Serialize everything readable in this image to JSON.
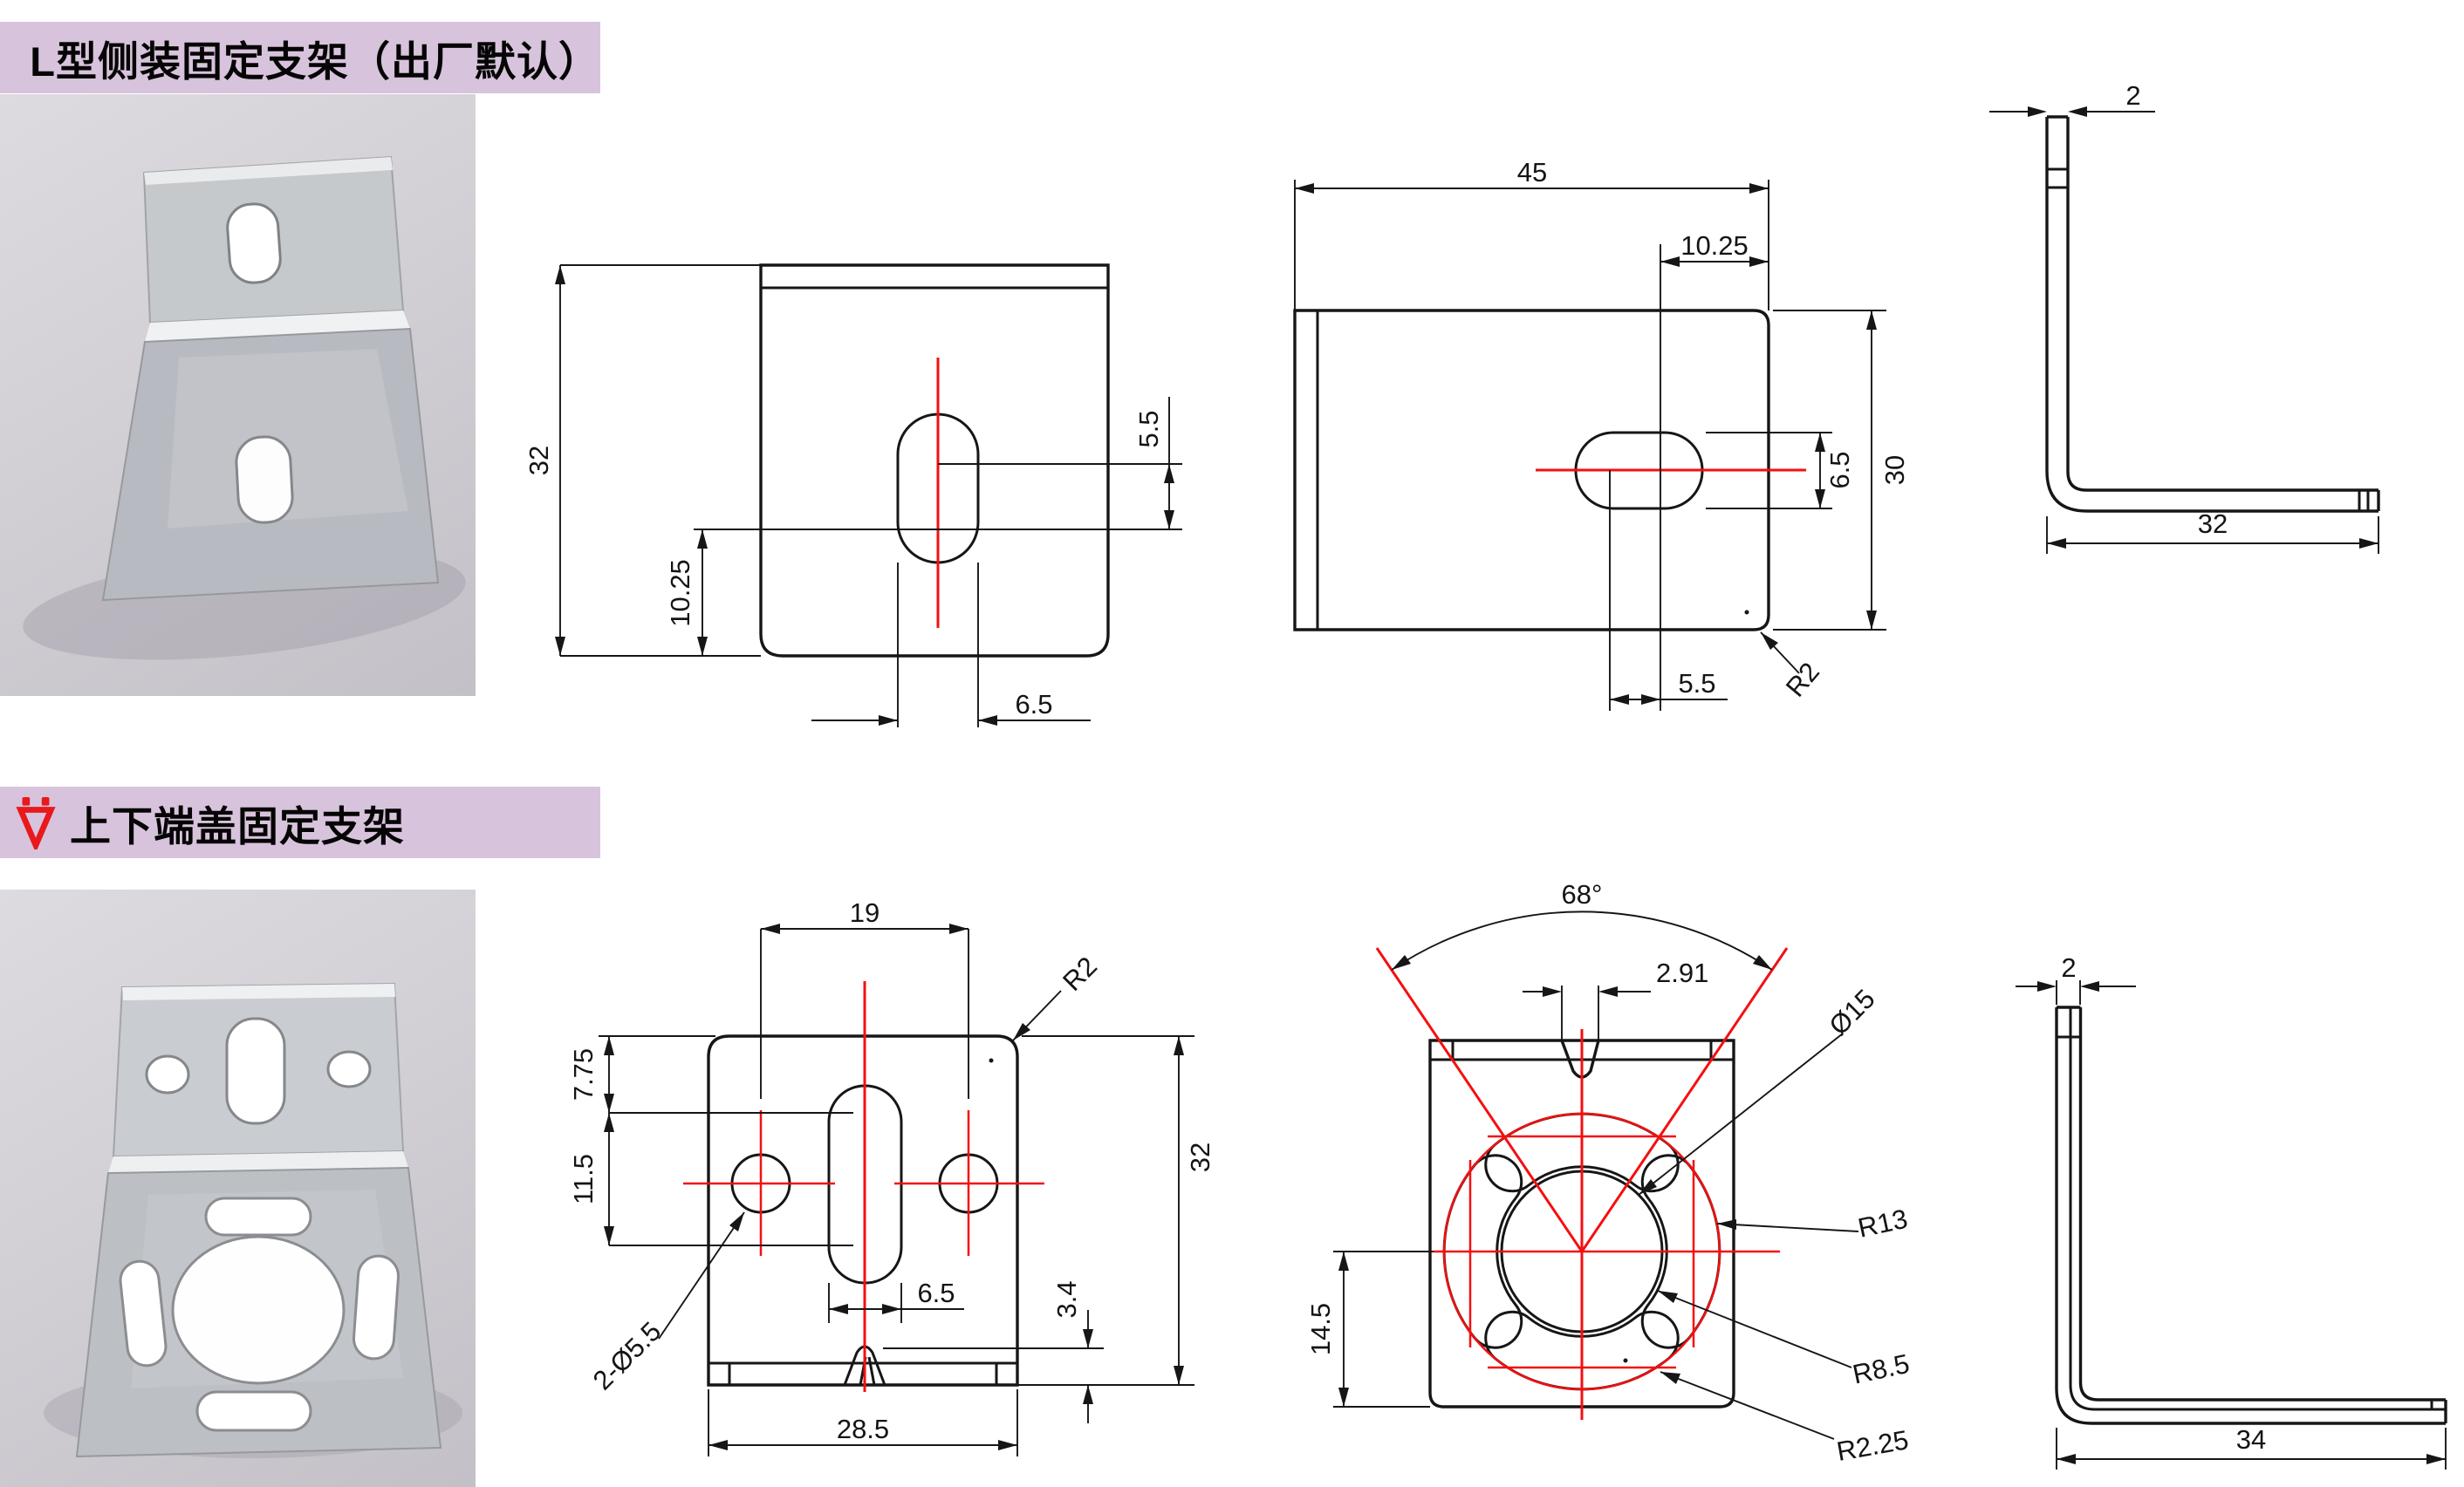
{
  "colors": {
    "header_bg": "#d8c3dc",
    "logo_red": "#e8191d",
    "line_black": "#161616",
    "accent_red": "#f50f10",
    "photo_bg": "#d2cfd5"
  },
  "s1": {
    "title": "L型侧装固定支架（出厂默认）",
    "front": {
      "height": "32",
      "offset_bottom": "10.25",
      "offset_slot": "5.5",
      "slot_width": "6.5"
    },
    "top": {
      "width": "45",
      "offset_right": "10.25",
      "slot_height": "6.5",
      "depth": "30",
      "offset_slot": "5.5",
      "corner_radius": "R2"
    },
    "side": {
      "thickness": "2",
      "leg": "32"
    }
  },
  "s2": {
    "title": "上下端盖固定支架",
    "front": {
      "hole_pitch": "19",
      "corner_radius": "R2",
      "offset_top": "7.75",
      "offset_mid": "11.5",
      "holes": "2-Ø5.5",
      "slot_width": "6.5",
      "tab_height": "3.4",
      "height": "32",
      "width": "28.5"
    },
    "back": {
      "angle": "68°",
      "notch_width": "2.91",
      "bore": "Ø15",
      "pattern_radius": "R13",
      "slot_radius": "R8.5",
      "slot_end_radius": "R2.25",
      "offset_center": "14.5"
    },
    "side": {
      "thickness": "2",
      "leg": "34"
    }
  }
}
